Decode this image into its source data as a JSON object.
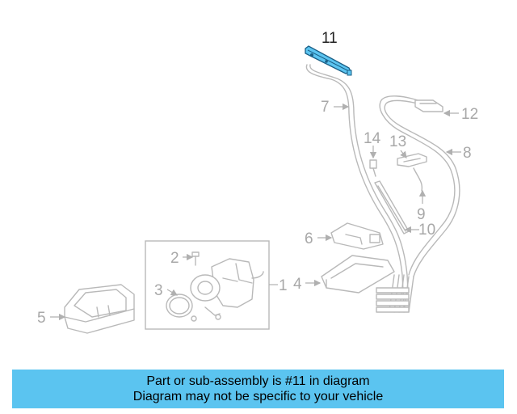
{
  "callouts": {
    "c1": "1",
    "c2": "2",
    "c3": "3",
    "c4": "4",
    "c5": "5",
    "c6": "6",
    "c7": "7",
    "c8": "8",
    "c9": "9",
    "c10": "10",
    "c11": "11",
    "c12": "12",
    "c13": "13",
    "c14": "14"
  },
  "highlighted_part": "11",
  "highlight_color": "#5bc4f0",
  "banner": {
    "line1": "Part or sub-assembly is #11 in diagram",
    "line2": "Diagram may not be specific to your vehicle",
    "background": "#5bc4f0"
  }
}
